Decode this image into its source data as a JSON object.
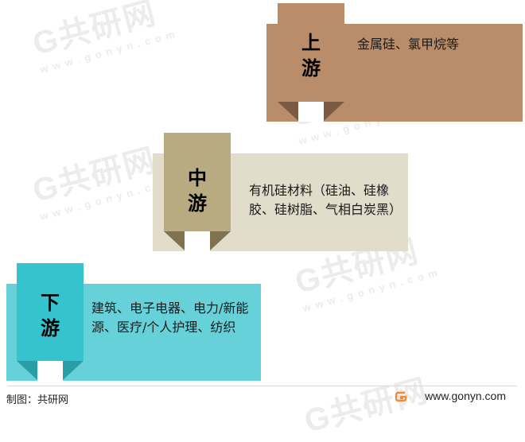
{
  "stages": [
    {
      "id": "upstream",
      "title": "上\n游",
      "description": "金属硅、氯甲烷等",
      "colors": {
        "band": "#b98d6a",
        "tab": "#b98d6a",
        "fold": "#7a5a43"
      }
    },
    {
      "id": "midstream",
      "title": "中\n游",
      "description": "有机硅材料（硅油、硅橡胶、硅树脂、气相白炭黑）",
      "colors": {
        "band": "#e2dccb",
        "tab": "#b8ab82",
        "fold": "#7e724f"
      }
    },
    {
      "id": "downstream",
      "title": "下\n游",
      "description": "建筑、电子电器、电力/新能源、医疗/个人护理、纺织",
      "colors": {
        "band": "#66d1d8",
        "tab": "#35c4cd",
        "fold": "#2a9ea6"
      }
    }
  ],
  "footer": {
    "credit": "制图：共研网",
    "website": "www.gonyn.com"
  }
}
